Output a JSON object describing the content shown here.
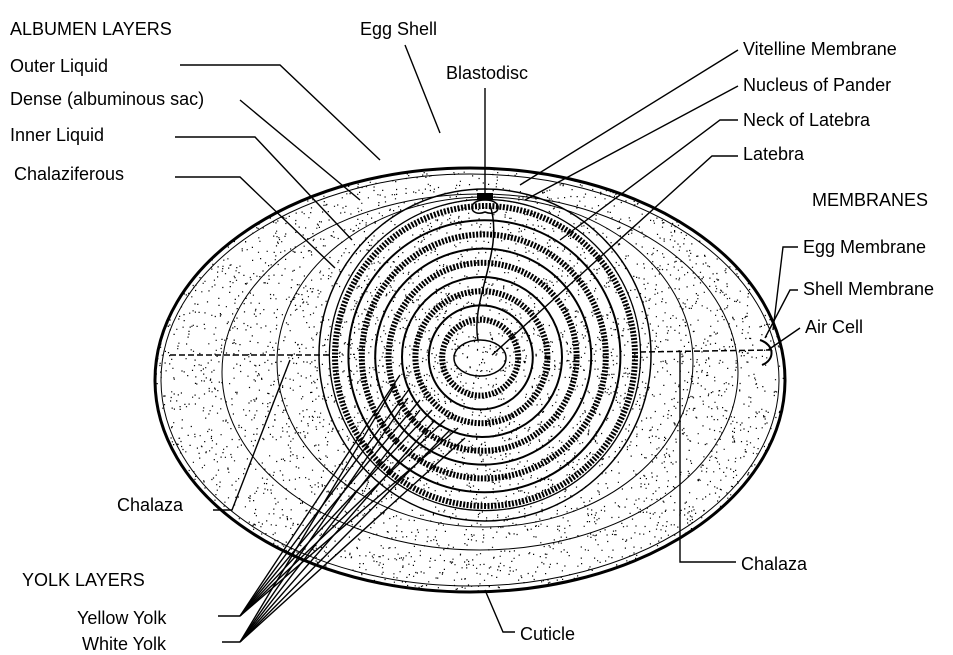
{
  "colors": {
    "ink": "#000000",
    "background": "#ffffff",
    "stipple": "#000000"
  },
  "headings": {
    "albumen": "ALBUMEN LAYERS",
    "membranes": "MEMBRANES",
    "yolk": "YOLK LAYERS"
  },
  "labels": {
    "outer_liquid": "Outer Liquid",
    "dense": "Dense (albuminous sac)",
    "inner_liquid": "Inner Liquid",
    "chalaziferous": "Chalaziferous",
    "egg_shell": "Egg Shell",
    "blastodisc": "Blastodisc",
    "vitelline_membrane": "Vitelline Membrane",
    "nucleus_of_pander": "Nucleus of Pander",
    "neck_of_latebra": "Neck of Latebra",
    "latebra": "Latebra",
    "egg_membrane": "Egg Membrane",
    "shell_membrane": "Shell Membrane",
    "air_cell": "Air Cell",
    "chalaza_left": "Chalaza",
    "chalaza_right": "Chalaza",
    "yellow_yolk": "Yellow Yolk",
    "white_yolk": "White Yolk",
    "cuticle": "Cuticle"
  }
}
